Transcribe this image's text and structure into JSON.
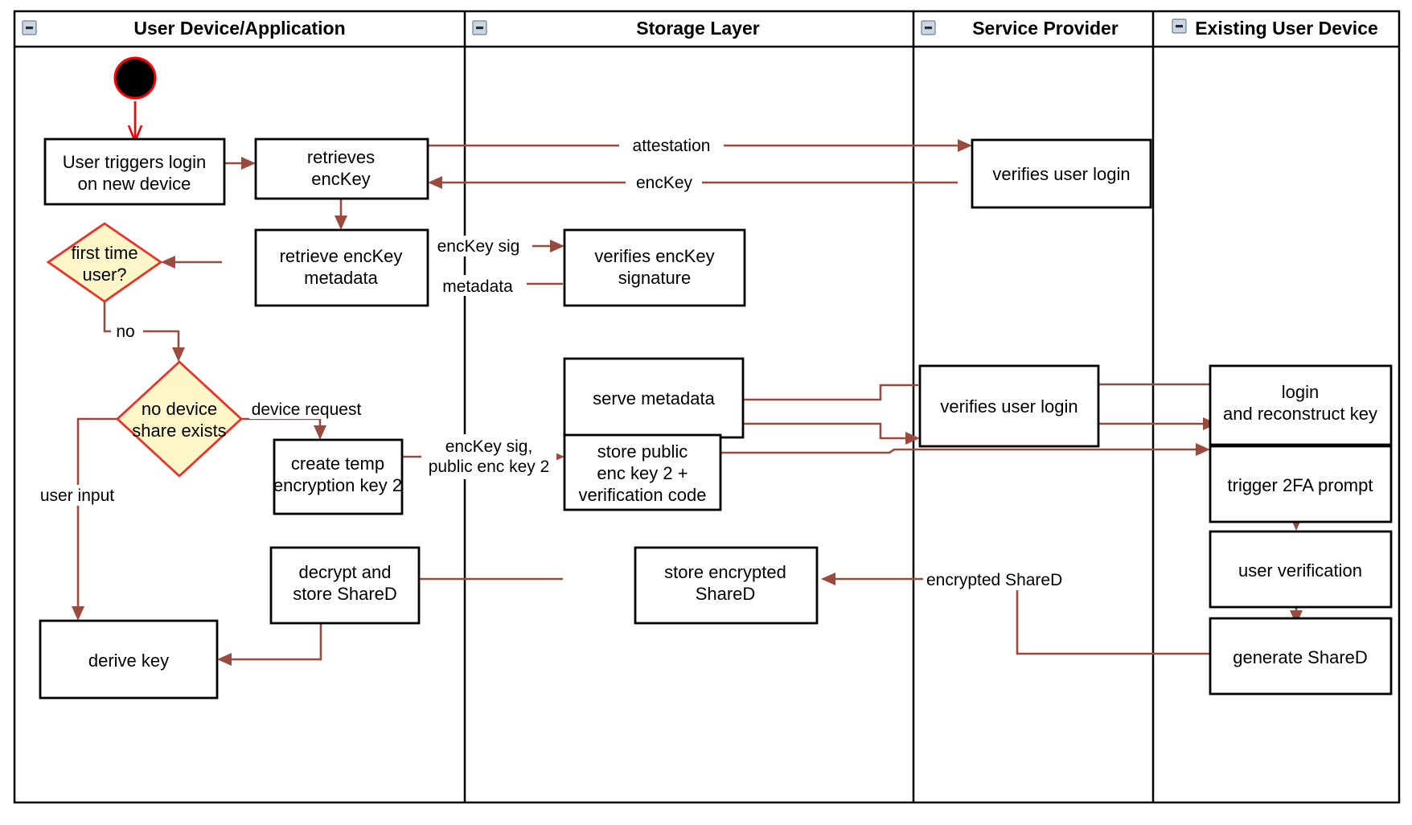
{
  "diagram": {
    "title": "Key recovery / device onboarding activity diagram",
    "type": "uml-activity-swimlane",
    "colors": {
      "decision_fill": "#fdf6c8",
      "decision_stroke": "#e8332a",
      "flow_stroke": "#9a4b40",
      "start_stroke": "#ff0000",
      "box_stroke": "#000000",
      "lane_stroke": "#000000",
      "background": "#ffffff"
    },
    "lanes": [
      {
        "id": "lane-user-device",
        "label": "User Device/Application",
        "toggle": "collapse-icon"
      },
      {
        "id": "lane-storage",
        "label": "Storage Layer",
        "toggle": "collapse-icon"
      },
      {
        "id": "lane-service-provider",
        "label": "Service Provider",
        "toggle": "collapse-icon"
      },
      {
        "id": "lane-existing-device",
        "label": "Existing User Device",
        "toggle": "collapse-icon"
      }
    ],
    "nodes": [
      {
        "id": "start",
        "lane": "lane-user-device",
        "shape": "initial-node",
        "label": ""
      },
      {
        "id": "user-triggers-login",
        "lane": "lane-user-device",
        "shape": "action",
        "label": [
          "User triggers login",
          "on new device"
        ]
      },
      {
        "id": "retrieves-enckey",
        "lane": "lane-user-device",
        "shape": "action",
        "label": [
          "retrieves",
          "encKey"
        ]
      },
      {
        "id": "retrieve-enckey-metadata",
        "lane": "lane-user-device",
        "shape": "action",
        "label": [
          "retrieve encKey",
          "metadata"
        ]
      },
      {
        "id": "first-time-user",
        "lane": "lane-user-device",
        "shape": "decision",
        "label": [
          "first time",
          "user?"
        ]
      },
      {
        "id": "no-device-share-exists",
        "lane": "lane-user-device",
        "shape": "decision",
        "label": [
          "no device",
          "share exists"
        ]
      },
      {
        "id": "create-temp-encryption-key-2",
        "lane": "lane-user-device",
        "shape": "action",
        "label": [
          "create temp",
          "encryption key 2"
        ]
      },
      {
        "id": "decrypt-and-store-shared",
        "lane": "lane-user-device",
        "shape": "action",
        "label": [
          "decrypt and",
          "store ShareD"
        ]
      },
      {
        "id": "derive-key",
        "lane": "lane-user-device",
        "shape": "action",
        "label": [
          "derive key"
        ]
      },
      {
        "id": "verifies-enckey-signature",
        "lane": "lane-storage",
        "shape": "action",
        "label": [
          "verifies encKey",
          "signature"
        ]
      },
      {
        "id": "serve-metadata",
        "lane": "lane-storage",
        "shape": "action",
        "label": [
          "serve metadata"
        ]
      },
      {
        "id": "store-public-enc-key-2",
        "lane": "lane-storage",
        "shape": "action",
        "label": [
          "store public",
          "enc key 2 +",
          "verification code"
        ]
      },
      {
        "id": "store-encrypted-shared",
        "lane": "lane-storage",
        "shape": "action",
        "label": [
          "store encrypted",
          "ShareD"
        ]
      },
      {
        "id": "verifies-user-login-top",
        "lane": "lane-service-provider",
        "shape": "action",
        "label": [
          "verifies user login"
        ]
      },
      {
        "id": "verifies-user-login-mid",
        "lane": "lane-service-provider",
        "shape": "action",
        "label": [
          "verifies user login"
        ]
      },
      {
        "id": "login-and-reconstruct-key",
        "lane": "lane-existing-device",
        "shape": "action",
        "label": [
          "login",
          "and reconstruct key"
        ]
      },
      {
        "id": "trigger-2fa-prompt",
        "lane": "lane-existing-device",
        "shape": "action",
        "label": [
          "trigger 2FA prompt"
        ]
      },
      {
        "id": "user-verification",
        "lane": "lane-existing-device",
        "shape": "action",
        "label": [
          "user verification"
        ]
      },
      {
        "id": "generate-shared",
        "lane": "lane-existing-device",
        "shape": "action",
        "label": [
          "generate ShareD"
        ]
      }
    ],
    "edges": [
      {
        "id": "e-start",
        "from": "start",
        "to": "user-triggers-login",
        "label": ""
      },
      {
        "id": "e-login-retrieves",
        "from": "user-triggers-login",
        "to": "retrieves-enckey",
        "label": ""
      },
      {
        "id": "e-attestation",
        "from": "retrieves-enckey",
        "to": "verifies-user-login-top",
        "label": "attestation"
      },
      {
        "id": "e-enckey",
        "from": "verifies-user-login-top",
        "to": "retrieves-enckey",
        "label": "encKey"
      },
      {
        "id": "e-retrieves-metadata",
        "from": "retrieves-enckey",
        "to": "retrieve-enckey-metadata",
        "label": ""
      },
      {
        "id": "e-enckey-sig",
        "from": "retrieve-enckey-metadata",
        "to": "verifies-enckey-signature",
        "label": "encKey sig"
      },
      {
        "id": "e-metadata",
        "from": "verifies-enckey-signature",
        "to": "retrieve-enckey-metadata",
        "label": "metadata"
      },
      {
        "id": "e-metadata-to-decision",
        "from": "retrieve-enckey-metadata",
        "to": "first-time-user",
        "label": ""
      },
      {
        "id": "e-no",
        "from": "first-time-user",
        "to": "no-device-share-exists",
        "label": "no"
      },
      {
        "id": "e-device-request",
        "from": "no-device-share-exists",
        "to": "create-temp-encryption-key-2",
        "label": "device request"
      },
      {
        "id": "e-user-input",
        "from": "no-device-share-exists",
        "to": "derive-key",
        "label": "user input"
      },
      {
        "id": "e-enckey-sig-pub2",
        "from": "create-temp-encryption-key-2",
        "to": "store-public-enc-key-2",
        "label": [
          "encKey sig,",
          "public enc key 2"
        ]
      },
      {
        "id": "e-store-pub-to-2fa",
        "from": "store-public-enc-key-2",
        "to": "trigger-2fa-prompt",
        "label": ""
      },
      {
        "id": "e-existing-to-sp",
        "from": "login-and-reconstruct-key",
        "to": "verifies-user-login-mid",
        "label": ""
      },
      {
        "id": "e-sp-to-existing",
        "from": "verifies-user-login-mid",
        "to": "login-and-reconstruct-key",
        "label": ""
      },
      {
        "id": "e-sp-to-serve",
        "from": "verifies-user-login-mid",
        "to": "serve-metadata",
        "label": ""
      },
      {
        "id": "e-serve-to-sp",
        "from": "serve-metadata",
        "to": "verifies-user-login-mid",
        "label": ""
      },
      {
        "id": "e-login-to-2fa",
        "from": "login-and-reconstruct-key",
        "to": "trigger-2fa-prompt",
        "label": ""
      },
      {
        "id": "e-2fa-to-verif",
        "from": "trigger-2fa-prompt",
        "to": "user-verification",
        "label": ""
      },
      {
        "id": "e-verif-to-gen",
        "from": "user-verification",
        "to": "generate-shared",
        "label": ""
      },
      {
        "id": "e-encrypted-shared",
        "from": "generate-shared",
        "to": "store-encrypted-shared",
        "label": "encrypted ShareD"
      },
      {
        "id": "e-store-to-decrypt",
        "from": "store-encrypted-shared",
        "to": "decrypt-and-store-shared",
        "label": ""
      },
      {
        "id": "e-decrypt-to-derive",
        "from": "decrypt-and-store-shared",
        "to": "derive-key",
        "label": ""
      }
    ]
  }
}
